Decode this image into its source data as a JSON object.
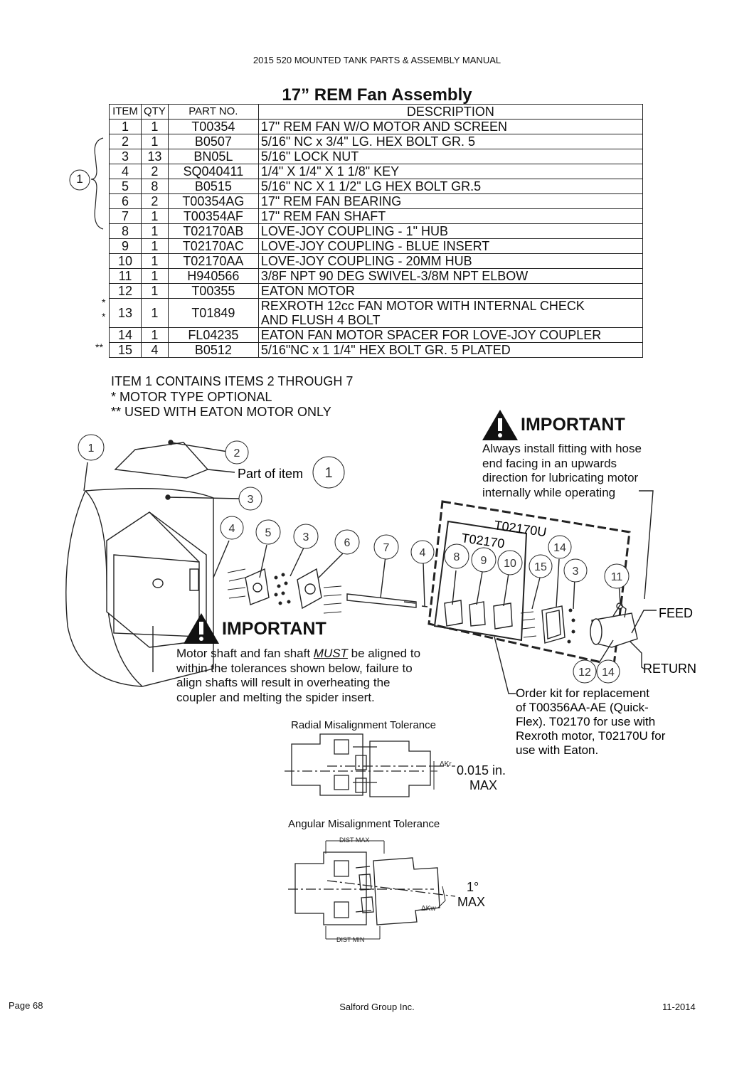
{
  "header": "2015 520 MOUNTED TANK PARTS & ASSEMBLY MANUAL",
  "title": "17” REM Fan Assembly",
  "table": {
    "columns": [
      "ITEM",
      "QTY",
      "PART NO.",
      "DESCRIPTION"
    ],
    "rows": [
      {
        "mark": "",
        "item": "1",
        "qty": "1",
        "part": "T00354",
        "desc": "17\" REM FAN W/O MOTOR AND SCREEN"
      },
      {
        "mark": "",
        "item": "2",
        "qty": "1",
        "part": "B0507",
        "desc": "5/16\" NC x 3/4\" LG. HEX BOLT GR. 5"
      },
      {
        "mark": "",
        "item": "3",
        "qty": "13",
        "part": "BN05L",
        "desc": "5/16\" LOCK NUT"
      },
      {
        "mark": "",
        "item": "4",
        "qty": "2",
        "part": "SQ040411",
        "desc": "1/4\" X 1/4\" X 1 1/8\" KEY"
      },
      {
        "mark": "",
        "item": "5",
        "qty": "8",
        "part": "B0515",
        "desc": "5/16\" NC X 1 1/2\" LG HEX BOLT GR.5"
      },
      {
        "mark": "",
        "item": "6",
        "qty": "2",
        "part": "T00354AG",
        "desc": "17\" REM FAN BEARING"
      },
      {
        "mark": "",
        "item": "7",
        "qty": "1",
        "part": "T00354AF",
        "desc": "17\" REM FAN SHAFT"
      },
      {
        "mark": "",
        "item": "8",
        "qty": "1",
        "part": "T02170AB",
        "desc": "LOVE-JOY COUPLING - 1\" HUB"
      },
      {
        "mark": "",
        "item": "9",
        "qty": "1",
        "part": "T02170AC",
        "desc": "LOVE-JOY COUPLING - BLUE INSERT"
      },
      {
        "mark": "",
        "item": "10",
        "qty": "1",
        "part": "T02170AA",
        "desc": "LOVE-JOY COUPLING - 20MM HUB"
      },
      {
        "mark": "",
        "item": "11",
        "qty": "1",
        "part": "H940566",
        "desc": "3/8F NPT 90 DEG SWIVEL-3/8M NPT ELBOW"
      },
      {
        "mark": "*",
        "item": "12",
        "qty": "1",
        "part": "T00355",
        "desc": "EATON MOTOR"
      },
      {
        "mark": "*",
        "item": "13",
        "qty": "1",
        "part": "T01849",
        "desc": "REXROTH 12cc FAN MOTOR WITH INTERNAL CHECK",
        "desc2": "AND FLUSH 4 BOLT"
      },
      {
        "mark": "**",
        "item": "14",
        "qty": "1",
        "part": "FL04235",
        "desc": "EATON FAN MOTOR SPACER FOR LOVE-JOY COUPLER"
      },
      {
        "mark": "",
        "item": "15",
        "qty": "4",
        "part": "B0512",
        "desc": "5/16\"NC x 1 1/4\" HEX BOLT GR. 5 PLATED"
      }
    ]
  },
  "bracket_label": "1",
  "notes": [
    "ITEM 1 CONTAINS ITEMS 2 THROUGH 7",
    "* MOTOR TYPE OPTIONAL",
    "** USED WITH EATON MOTOR ONLY"
  ],
  "important_top": {
    "title": "IMPORTANT",
    "lines": [
      "Always install fitting with hose",
      "end facing in an upwards",
      "direction for lubricating motor",
      "internally while operating"
    ]
  },
  "important_mid": {
    "title": "IMPORTANT",
    "line1_pre": "Motor shaft and fan shaft ",
    "line1_em": "MUST",
    "line1_post": " be aligned to",
    "lines": [
      "within the tolerances shown below, failure to",
      "align shafts will result in overheating the",
      "coupler and melting the spider insert."
    ]
  },
  "diagram": {
    "part_of_item": "Part of item",
    "part_of_item_num": "1",
    "callouts": [
      "1",
      "2",
      "3",
      "4",
      "5",
      "3",
      "6",
      "7",
      "4",
      "8",
      "9",
      "10",
      "15",
      "14",
      "3",
      "11",
      "12",
      "14"
    ],
    "kit_outer": "T02170U",
    "kit_inner": "T02170",
    "feed": "FEED",
    "return": "RETURN",
    "order_kit": [
      "Order kit for replacement",
      "of T00356AA-AE (Quick-",
      "Flex). T02170 for use with",
      "Rexroth motor, T02170U for",
      "use with Eaton."
    ]
  },
  "radial": {
    "title": "Radial Misalignment Tolerance",
    "symbol": "ΔKr",
    "value": "0.015 in.",
    "max": "MAX"
  },
  "angular": {
    "title": "Angular Misalignment Tolerance",
    "dist_max": "DIST MAX",
    "dist_min": "DIST MIN",
    "symbol": "ΔKw",
    "value": "1°",
    "max": "MAX"
  },
  "footer": {
    "page": "Page 68",
    "company": "Salford Group Inc.",
    "date": "11-2014"
  }
}
